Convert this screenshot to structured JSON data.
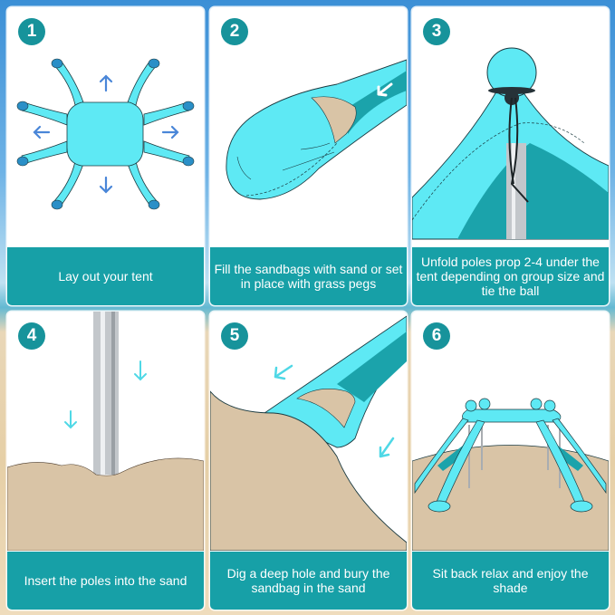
{
  "colors": {
    "caption_bg": "#17a0a7",
    "badge_bg": "#17939b",
    "tent_light": "#5ee9f4",
    "tent_dark": "#1ba3ab",
    "sand": "#d9c4a6",
    "arrow_blue": "#4a86d8",
    "arrow_cyan": "#4fd8e6"
  },
  "steps": [
    {
      "number": "1",
      "caption": "Lay out your tent",
      "illustration": "tent-spread-flat-with-arrows"
    },
    {
      "number": "2",
      "caption": "Fill the sandbags with sand or set in place with grass pegs",
      "illustration": "sandbag-filling"
    },
    {
      "number": "3",
      "caption": "Unfold poles prop 2-4 under the tent depending on group size and tie the ball",
      "illustration": "pole-tied-to-ball"
    },
    {
      "number": "4",
      "caption": "Insert the poles into the sand",
      "illustration": "pole-into-sand"
    },
    {
      "number": "5",
      "caption": "Dig a deep hole and bury the sandbag in the sand",
      "illustration": "bury-sandbag"
    },
    {
      "number": "6",
      "caption": "Sit back relax and enjoy the shade",
      "illustration": "tent-assembled-on-sand"
    }
  ]
}
